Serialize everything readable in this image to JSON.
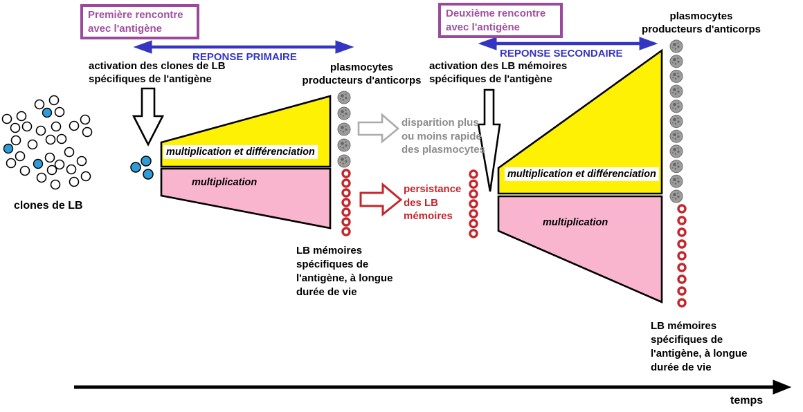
{
  "title_boxes": {
    "first": {
      "text": "Première rencontre\navec l'antigène"
    },
    "second": {
      "text": "Deuxième rencontre\navec l'antigène"
    }
  },
  "response_labels": {
    "primary": "REPONSE PRIMAIRE",
    "secondary": "REPONSE SECONDAIRE"
  },
  "activation_labels": {
    "primary": "activation des clones de LB\nspécifiques de l'antigène",
    "secondary": "activation des LB mémoires\nspécifiques de l'antigène"
  },
  "plasmocyte_labels": {
    "primary": "plasmocytes\nproducteurs d'anticorps",
    "secondary": "plasmocytes\nproducteurs d'anticorps"
  },
  "clones_label": "clones de LB",
  "wedges": {
    "primary": {
      "top": "multiplication et différenciation",
      "bottom": "multiplication"
    },
    "secondary": {
      "top": "multiplication et différenciation",
      "bottom": "multiplication"
    }
  },
  "annotations": {
    "disparition": "disparition plus\nou moins rapide\ndes plasmocytes",
    "persistance": "persistance\ndes LB\nmémoires"
  },
  "memory_labels": {
    "primary": "LB mémoires\nspécifiques de\nl'antigène, à longue\ndurée de vie",
    "secondary": "LB mémoires\nspécifiques de\nl'antigène, à longue\ndurée de vie"
  },
  "time_label": "temps",
  "counts": {
    "clones_total": 32,
    "clones_specific": 3,
    "activated_clones": 3,
    "plasmocytes_primary": 5,
    "memory_primary": 7,
    "memory_persisting": 7,
    "plasmocytes_secondary": 11,
    "memory_secondary": 9
  },
  "colors": {
    "box_border_purple": "#9B4A9B",
    "box_text_magenta": "#A0519F",
    "response_blue": "#3535C4",
    "wedge_yellow": "#FFF104",
    "wedge_pink": "#F9B4CE",
    "memory_red": "#C5262C",
    "plasmocyte_gray": "#9C9C9C",
    "disparition_gray": "#8C8C8C",
    "lb_specific_blue": "#2E9CD6",
    "outline_black": "#000000"
  }
}
